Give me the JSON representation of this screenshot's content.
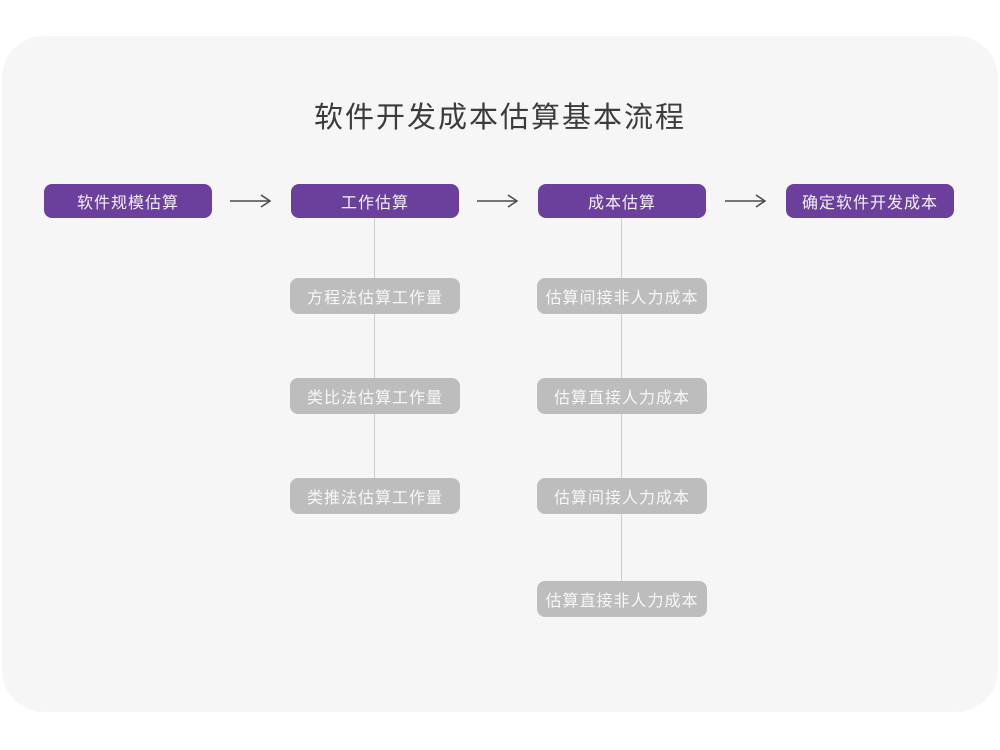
{
  "title": "软件开发成本估算基本流程",
  "colors": {
    "main_node_bg": "#6b3f9c",
    "main_node_text": "#f4f0f8",
    "sub_node_bg": "#bdbdbd",
    "sub_node_text": "#f7f7f7",
    "card_bg": "#f6f6f7",
    "page_bg": "#ffffff",
    "title_text": "#3b3b3b",
    "arrow": "#4a4a4a",
    "connector_line": "#cdcdcd"
  },
  "main_flow": [
    {
      "label": "软件规模估算"
    },
    {
      "label": "工作估算"
    },
    {
      "label": "成本估算"
    },
    {
      "label": "确定软件开发成本"
    }
  ],
  "work_branch": {
    "parent": "工作估算",
    "items": [
      {
        "label": "方程法估算工作量"
      },
      {
        "label": "类比法估算工作量"
      },
      {
        "label": "类推法估算工作量"
      }
    ]
  },
  "cost_branch": {
    "parent": "成本估算",
    "items": [
      {
        "label": "估算间接非人力成本"
      },
      {
        "label": "估算直接人力成本"
      },
      {
        "label": "估算间接人力成本"
      },
      {
        "label": "估算直接非人力成本"
      }
    ]
  }
}
